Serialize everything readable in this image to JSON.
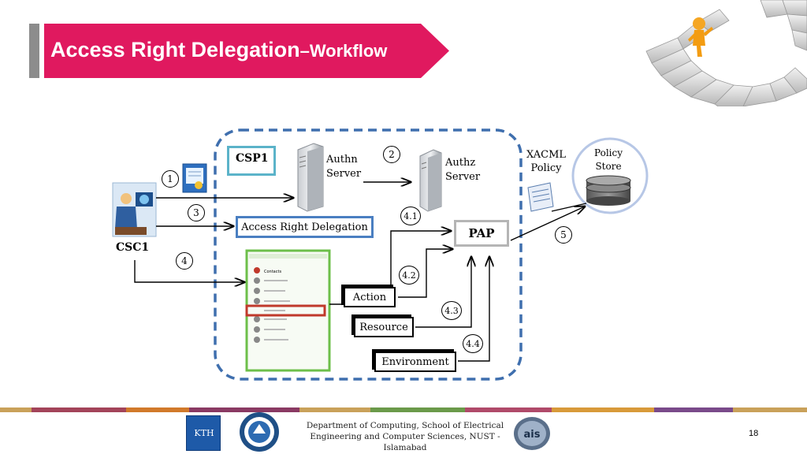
{
  "title": {
    "main": "Access Right Delegation",
    "sub": "–Workflow"
  },
  "diagram": {
    "csc1": "CSC1",
    "csp1": "CSP1",
    "authn_line1": "Authn",
    "authn_line2": "Server",
    "authz_line1": "Authz",
    "authz_line2": "Server",
    "xacml_line1": "XACML",
    "xacml_line2": "Policy",
    "policy_store_line1": "Policy",
    "policy_store_line2": "Store",
    "access_right_delegation": "Access Right Delegation",
    "pap": "PAP",
    "action": "Action",
    "resource": "Resource",
    "environment": "Environment",
    "steps": [
      "1",
      "2",
      "3",
      "4",
      "5",
      "4.1",
      "4.2",
      "4.3",
      "4.4"
    ],
    "contacts_header": "Contacts"
  },
  "footer": {
    "department": "Department of Computing, School of Electrical Engineering and Computer Sciences, NUST - Islamabad",
    "page_number": "18",
    "kth_logo_text": "KTH",
    "ais_logo_text": "ais"
  },
  "colors": {
    "title_banner": "#e0195f",
    "dashed_border": "#3f6fae",
    "csp1_border": "#5bb3c9",
    "ard_border": "#4a7fc1",
    "contacts_border": "#6dbf4a",
    "highlight": "#c0392b"
  }
}
